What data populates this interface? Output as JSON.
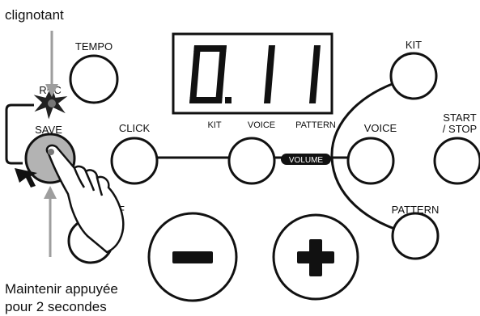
{
  "annotations": {
    "top_label": "clignotant",
    "bottom_label_line1": "Maintenir appuyée",
    "bottom_label_line2": "pour 2 secondes"
  },
  "display": {
    "digits": [
      "0",
      "1",
      "1"
    ],
    "decimal_point_after": 0,
    "labels": {
      "kit": "KIT",
      "voice": "VOICE",
      "pattern": "PATTERN"
    }
  },
  "buttons": {
    "tempo": "TEMPO",
    "rec_top": "REC",
    "save": "SAVE",
    "click": "CLICK",
    "kit": "KIT",
    "voice": "VOICE",
    "pattern": "PATTERN",
    "start_stop_line1": "START",
    "start_stop_line2": "/ STOP",
    "hidden_label_fragment": "F",
    "volume": "VOLUME"
  },
  "colors": {
    "ink": "#111111",
    "save_button_fill": "#b3b3b3",
    "arrow": "#9e9e9e",
    "star_fill": "#222222"
  },
  "icons": {
    "minus": "minus-icon",
    "plus": "plus-icon",
    "hand": "pressing-hand-icon",
    "blink": "blink-star-icon",
    "arrows": "arrow-icon",
    "return": "return-arrow-icon"
  }
}
